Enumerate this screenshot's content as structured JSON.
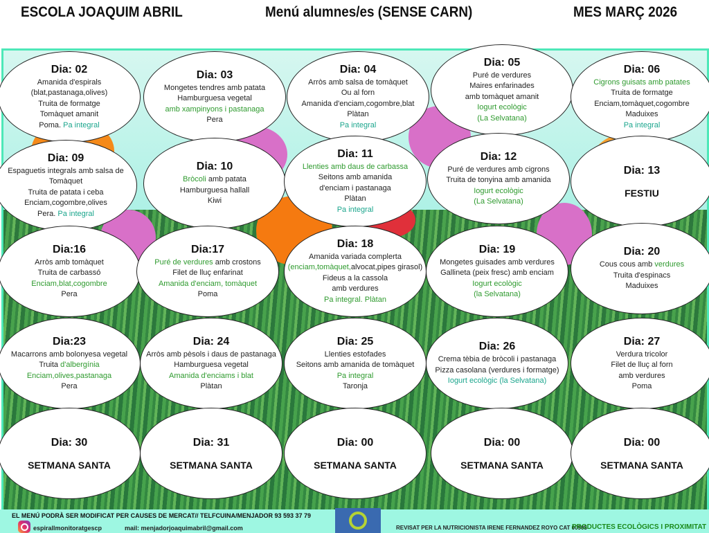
{
  "header": {
    "school": "ESCOLA JOAQUIM ABRIL",
    "menu": "Menú alumnes/es (SENSE CARN)",
    "month": "MES MARÇ 2026"
  },
  "days": [
    {
      "day": "Dia: 02",
      "lines": [
        [
          [
            "k",
            "Amanida d'espirals"
          ]
        ],
        [
          [
            "k",
            "(blat,pastanaga,olives)"
          ]
        ],
        [
          [
            "k",
            "Truita de formatge"
          ]
        ],
        [
          [
            "k",
            "Tomàquet amanit"
          ]
        ],
        [
          [
            "k",
            "Poma. "
          ],
          [
            "t",
            "Pa integral"
          ]
        ]
      ]
    },
    {
      "day": "Dia: 03",
      "lines": [
        [
          [
            "k",
            "Mongetes tendres amb patata"
          ]
        ],
        [
          [
            "k",
            "Hamburguesa vegetal"
          ]
        ],
        [
          [
            "g",
            "amb xampinyons i pastanaga"
          ]
        ],
        [
          [
            "k",
            "Pera"
          ]
        ]
      ]
    },
    {
      "day": "Dia: 04",
      "lines": [
        [
          [
            "k",
            "Arròs amb salsa de tomàquet"
          ]
        ],
        [
          [
            "k",
            "Ou al forn"
          ]
        ],
        [
          [
            "k",
            "Amanida d'enciam,cogombre,blat"
          ]
        ],
        [
          [
            "k",
            "Plàtan"
          ]
        ],
        [
          [
            "t",
            "Pa integral"
          ]
        ]
      ]
    },
    {
      "day": "Dia: 05",
      "lines": [
        [
          [
            "k",
            "Puré de verdures"
          ]
        ],
        [
          [
            "k",
            "Maires enfarinades"
          ]
        ],
        [
          [
            "k",
            "amb tomàquet amanit"
          ]
        ],
        [
          [
            "g",
            "Iogurt ecològic"
          ]
        ],
        [
          [
            "g",
            "(La Selvatana)"
          ]
        ]
      ]
    },
    {
      "day": "Dia: 06",
      "lines": [
        [
          [
            "g",
            "Cigrons guisats amb patates"
          ]
        ],
        [
          [
            "k",
            "Truita de formatge"
          ]
        ],
        [
          [
            "k",
            "Enciam,tomàquet,cogombre"
          ]
        ],
        [
          [
            "k",
            "Maduixes"
          ]
        ],
        [
          [
            "t",
            "Pa integral"
          ]
        ]
      ]
    },
    {
      "day": "Dia: 09",
      "lines": [
        [
          [
            "k",
            "Espaguetis integrals amb salsa de"
          ]
        ],
        [
          [
            "k",
            "Tomàquet"
          ]
        ],
        [
          [
            "k",
            "Truita de patata i ceba"
          ]
        ],
        [
          [
            "k",
            "Enciam,cogombre,olives"
          ]
        ],
        [
          [
            "k",
            "Pera. "
          ],
          [
            "t",
            "Pa integral"
          ]
        ]
      ]
    },
    {
      "day": "Dia: 10",
      "lines": [
        [
          [
            "g",
            "Bròcoli"
          ],
          [
            "k",
            " amb patata"
          ]
        ],
        [
          [
            "k",
            "Hamburguesa hallall"
          ]
        ],
        [
          [
            "k",
            "Kiwi"
          ]
        ]
      ]
    },
    {
      "day": "Dia: 11",
      "lines": [
        [
          [
            "g",
            "Llenties amb daus de carbassa"
          ]
        ],
        [
          [
            "k",
            "Seitons amb amanida"
          ]
        ],
        [
          [
            "k",
            "d'enciam i pastanaga"
          ]
        ],
        [
          [
            "k",
            "Plàtan"
          ]
        ],
        [
          [
            "t",
            "Pa integral"
          ]
        ]
      ]
    },
    {
      "day": "Dia: 12",
      "lines": [
        [
          [
            "k",
            "Puré de verdures amb cigrons"
          ]
        ],
        [
          [
            "k",
            "Truita de tonyina amb amanida"
          ]
        ],
        [
          [
            "g",
            "Iogurt ecològic"
          ]
        ],
        [
          [
            "g",
            "(La Selvatana)"
          ]
        ]
      ]
    },
    {
      "day": "Dia: 13",
      "big": "FESTIU",
      "lines": []
    },
    {
      "day": "Dia:16",
      "lines": [
        [
          [
            "k",
            "Arròs amb tomàquet"
          ]
        ],
        [
          [
            "k",
            "Truita de carbassó"
          ]
        ],
        [
          [
            "g",
            "Enciam,blat,cogombre"
          ]
        ],
        [
          [
            "k",
            "Pera"
          ]
        ]
      ]
    },
    {
      "day": "Dia:17",
      "lines": [
        [
          [
            "g",
            "Puré de verdures"
          ],
          [
            "k",
            " amb crostons"
          ]
        ],
        [
          [
            "k",
            "Filet de lluç enfarinat"
          ]
        ],
        [
          [
            "g",
            "Amanida d'enciam, tomàquet"
          ]
        ],
        [
          [
            "k",
            "Poma"
          ]
        ]
      ]
    },
    {
      "day": "Dia: 18",
      "lines": [
        [
          [
            "k",
            "Amanida variada complerta"
          ]
        ],
        [
          [
            "g",
            "(enciam,tomàquet,"
          ],
          [
            "k",
            "alvocat,pipes girasol)"
          ]
        ],
        [
          [
            "k",
            "Fideus a la cassola"
          ]
        ],
        [
          [
            "k",
            "amb verdures"
          ]
        ],
        [
          [
            "g",
            "Pa integral. Plàtan"
          ]
        ]
      ]
    },
    {
      "day": "Dia: 19",
      "lines": [
        [
          [
            "k",
            "Mongetes guisades amb verdures"
          ]
        ],
        [
          [
            "k",
            "Gallineta (peix fresc) amb enciam"
          ]
        ],
        [
          [
            "g",
            "Iogurt ecològic"
          ]
        ],
        [
          [
            "g",
            "(la Selvatana)"
          ]
        ]
      ]
    },
    {
      "day": "Dia: 20",
      "lines": [
        [
          [
            "k",
            "Cous cous amb "
          ],
          [
            "g",
            "verdures"
          ]
        ],
        [
          [
            "k",
            "Truita d'espinacs"
          ]
        ],
        [
          [
            "k",
            "Maduixes"
          ]
        ]
      ]
    },
    {
      "day": "Dia:23",
      "lines": [
        [
          [
            "k",
            "Macarrons amb bolonyesa vegetal"
          ]
        ],
        [
          [
            "k",
            "Truita "
          ],
          [
            "g",
            "d'albergínia"
          ]
        ],
        [
          [
            "g",
            "Enciam,olives,pastanaga"
          ]
        ],
        [
          [
            "k",
            "Pera"
          ]
        ]
      ]
    },
    {
      "day": "Dia: 24",
      "lines": [
        [
          [
            "k",
            "Arròs amb pèsols i daus de pastanaga"
          ]
        ],
        [
          [
            "k",
            "Hamburguesa vegetal"
          ]
        ],
        [
          [
            "g",
            "Amanida d'enciams i  blat"
          ]
        ],
        [
          [
            "k",
            "Plàtan"
          ]
        ]
      ]
    },
    {
      "day": "Dia: 25",
      "lines": [
        [
          [
            "k",
            "Llenties estofades"
          ]
        ],
        [
          [
            "k",
            "Seitons amb amanida de tomàquet"
          ]
        ],
        [
          [
            "g",
            "Pa integral"
          ]
        ],
        [
          [
            "k",
            "Taronja"
          ]
        ]
      ]
    },
    {
      "day": "Dia: 26",
      "lines": [
        [
          [
            "k",
            "Crema tèbia de bròcoli i pastanaga"
          ]
        ],
        [
          [
            "k",
            "Pizza casolana (verdures i formatge)"
          ]
        ],
        [
          [
            "t",
            "Iogurt ecològic (la Selvatana)"
          ]
        ]
      ]
    },
    {
      "day": "Dia: 27",
      "lines": [
        [
          [
            "k",
            "Verdura tricolor"
          ]
        ],
        [
          [
            "k",
            "Filet de lluç al forn"
          ]
        ],
        [
          [
            "k",
            "amb verdures"
          ]
        ],
        [
          [
            "k",
            "Poma"
          ]
        ]
      ]
    },
    {
      "day": "Dia: 30",
      "big": "SETMANA SANTA",
      "lines": []
    },
    {
      "day": "Dia: 31",
      "big": "SETMANA SANTA",
      "lines": []
    },
    {
      "day": "Dia: 00",
      "big": "SETMANA SANTA",
      "lines": []
    },
    {
      "day": "Dia: 00",
      "big": "SETMANA SANTA",
      "lines": []
    },
    {
      "day": "Dia: 00",
      "big": "SETMANA SANTA",
      "lines": []
    }
  ],
  "footer": {
    "notice": "EL MENÚ PODRÀ SER MODIFICAT PER CAUSES DE MERCAT// TELFCUINA/MENJADOR 93 593 37 79",
    "instagram": "espirallmonitoratgescp",
    "mail": "mail: menjadorjoaquimabril@gmail.com",
    "reviewed": "REVISAT PER LA NUTRICIONISTA IRENE FERNANDEZ ROYO CAT 00905",
    "eco": "PRODUCTES ECOLÒGICS I PROXIMITAT"
  },
  "colors": {
    "green": "#2e9a2e",
    "teal": "#1aa58c",
    "border": "#4de8b8"
  }
}
